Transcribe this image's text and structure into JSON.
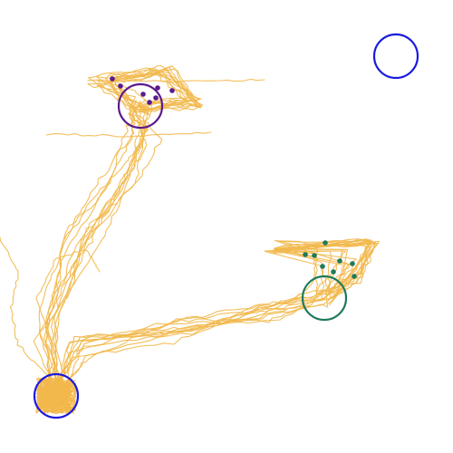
{
  "colors": {
    "background": "#ffffff",
    "trajectory": "#f2b84b",
    "start_marker": "#1a1ae0",
    "target_top": "#5b1a8c",
    "target_right": "#1f7a5c"
  },
  "markers": [
    {
      "id": "start",
      "role": "start-zone",
      "color_key": "start_marker"
    },
    {
      "id": "top-right",
      "role": "unused-zone",
      "color_key": "start_marker"
    },
    {
      "id": "top-target",
      "role": "goal-zone",
      "color_key": "target_top"
    },
    {
      "id": "right-target",
      "role": "goal-zone",
      "color_key": "target_right"
    }
  ],
  "endpoints": {
    "top_target_count": 7,
    "right_target_count": 8
  },
  "trajectory_count": 24
}
